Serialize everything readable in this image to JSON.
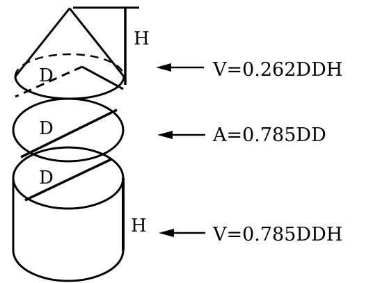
{
  "labels": {
    "cone_diameter": "D",
    "disc_diameter": "D",
    "cylinder_diameter": "D",
    "cone_height": "H",
    "cylinder_height": "H"
  },
  "formulas": {
    "cone_volume": "V=0.262DDH",
    "circle_area": "A=0.785DD",
    "cylinder_volume": "V=0.785DDH"
  },
  "colors": {
    "ink": "#000000",
    "background": "#ffffff"
  }
}
